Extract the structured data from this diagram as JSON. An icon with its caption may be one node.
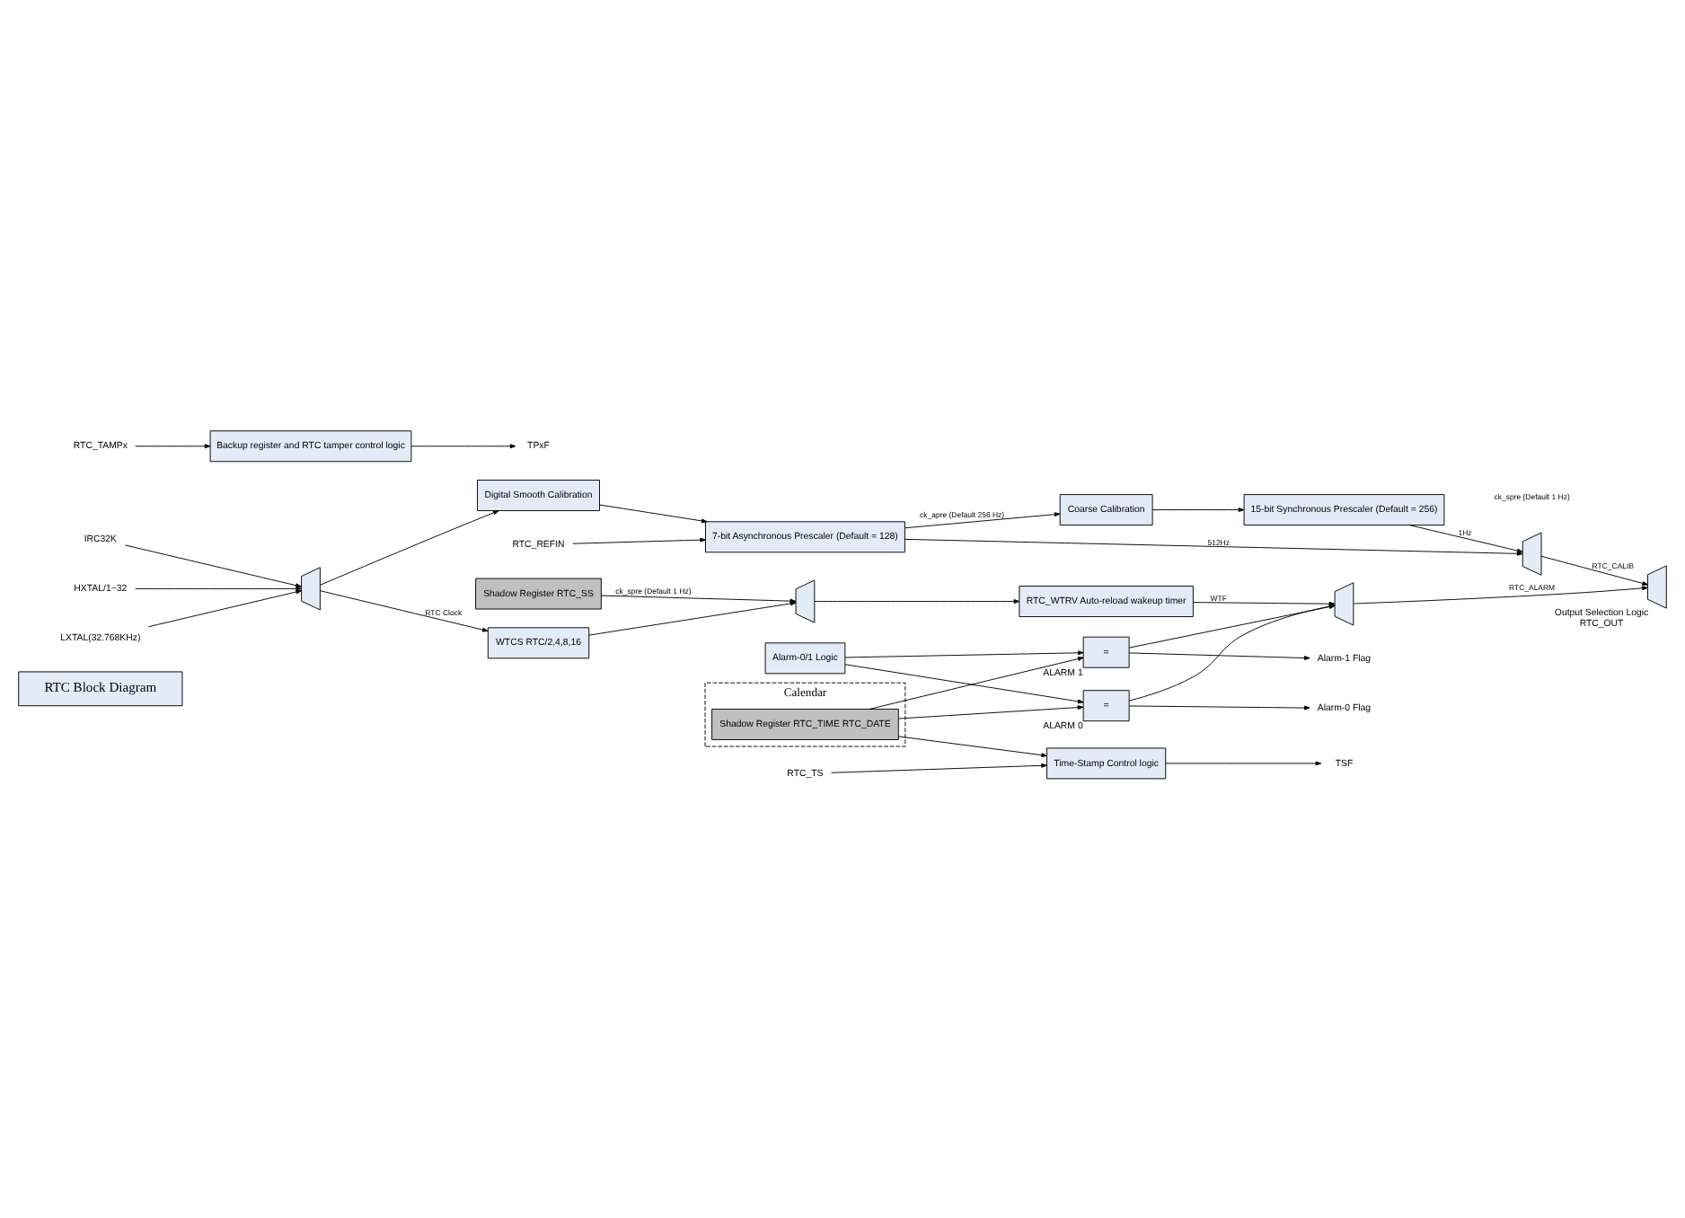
{
  "diagram": {
    "nodes": [
      {
        "text": [
          "RTC Block Diagram"
        ]
      },
      {
        "text": [
          "Alarm-0/1 Logic"
        ]
      },
      {
        "text": [
          "IRC32K"
        ]
      },
      {
        "text": [
          "HXTAL/1~32"
        ]
      },
      {
        "text": [
          "LXTAL(32.768KHz)"
        ]
      },
      {
        "text": [],
        "shape": "trapezium"
      },
      {
        "text": [
          "Digital Smooth Calibration"
        ]
      },
      {
        "text": [
          "RTC_REFIN"
        ]
      },
      {
        "text": [
          "7-bit Asynchronous Prescaler (Default = 128)"
        ]
      },
      {
        "text": [
          "Coarse Calibration"
        ]
      },
      {
        "text": [
          "15-bit Synchronous Prescaler (Default = 256)"
        ]
      },
      {
        "text": [
          "Shadow Register RTC_SS"
        ]
      },
      {
        "text": [
          "Calendar"
        ]
      },
      {
        "text": [
          "Shadow Register RTC_TIME RTC_DATE"
        ],
        "in": 12
      },
      {
        "text": [
          "="
        ],
        "beside": [
          "ALARM 1"
        ]
      },
      {
        "text": [
          "="
        ],
        "beside": [
          "ALARM 0"
        ]
      },
      {
        "text": [
          "Alarm-1 Flag"
        ]
      },
      {
        "text": [
          "Alarm-0 Flag"
        ]
      },
      {
        "text": [],
        "shape": "trapezium"
      },
      {
        "text": [],
        "shape": "trapezium"
      },
      {
        "text": [],
        "shape": "trapezium",
        "beside": [
          "Output Selection Logic",
          "RTC_OUT"
        ]
      },
      {
        "text": [
          "WTCS RTC/2,4,8,16"
        ]
      },
      {
        "text": [],
        "shape": "trapezium"
      },
      {
        "text": [
          "RTC_WTRV Auto-reload wakeup timer"
        ]
      },
      {
        "text": [
          "RTC_TS"
        ]
      },
      {
        "text": [
          "Time-Stamp Control logic"
        ]
      },
      {
        "text": [
          "TSF"
        ]
      },
      {
        "text": [
          "RTC_TAMPx"
        ]
      },
      {
        "text": [
          "Backup register and RTC tamper control logic"
        ]
      },
      {
        "text": [
          "TPxF"
        ]
      }
    ],
    "edges": [
      {
        "from": 2,
        "to": 5,
        "arrow": "to"
      },
      {
        "from": 3,
        "to": 5,
        "arrow": "to"
      },
      {
        "from": 4,
        "to": 5,
        "arrow": "to"
      },
      {
        "from": 5,
        "to": 6,
        "arrow": "to"
      },
      {
        "from": 5,
        "to": 21,
        "arrow": "to",
        "label": "RTC Clock"
      },
      {
        "from": 7,
        "to": 8,
        "arrow": "to"
      },
      {
        "from": 6,
        "to": 8,
        "arrow": "to"
      },
      {
        "from": 8,
        "to": 9,
        "arrow": "to",
        "label": "ck_apre (Default 256 Hz)"
      },
      {
        "from": 9,
        "to": 10,
        "arrow": "to"
      },
      {
        "from": 8,
        "to": 18,
        "arrow": "to",
        "label": "512Hz"
      },
      {
        "from": 10,
        "to": 18,
        "arrow": "to",
        "label": "1Hz"
      },
      {
        "from": 11,
        "to": 22,
        "arrow": "to",
        "label": "ck_spre (Default 1 Hz)"
      },
      {
        "from": 21,
        "to": 22,
        "arrow": "to"
      },
      {
        "from": 22,
        "to": 23,
        "arrow": "to"
      },
      {
        "from": 23,
        "to": 19,
        "arrow": "to",
        "label": "WTF"
      },
      {
        "from": 18,
        "to": 20,
        "arrow": "to",
        "label": "RTC_CALIB"
      },
      {
        "from": 1,
        "to": 14,
        "arrow": "to"
      },
      {
        "from": 1,
        "to": 15,
        "arrow": "to"
      },
      {
        "from": 13,
        "to": 14,
        "arrow": "to"
      },
      {
        "from": 13,
        "to": 15,
        "arrow": "to"
      },
      {
        "from": 14,
        "to": 16,
        "arrow": "to"
      },
      {
        "from": 15,
        "to": 17,
        "arrow": "to"
      },
      {
        "from": 14,
        "to": 19,
        "arrow": "to"
      },
      {
        "from": 15,
        "to": 19,
        "arrow": "to"
      },
      {
        "from": 19,
        "to": 20,
        "arrow": "to",
        "label": "RTC_ALARM"
      },
      {
        "from": 13,
        "to": 25,
        "arrow": "to"
      },
      {
        "from": 24,
        "to": 25,
        "arrow": "to"
      },
      {
        "from": 25,
        "to": 26,
        "arrow": "to"
      },
      {
        "from": 27,
        "to": 28,
        "arrow": "to"
      },
      {
        "from": 28,
        "to": 29,
        "arrow": "to"
      }
    ],
    "labels": [
      "ck_spre (Default 1 Hz)"
    ]
  }
}
